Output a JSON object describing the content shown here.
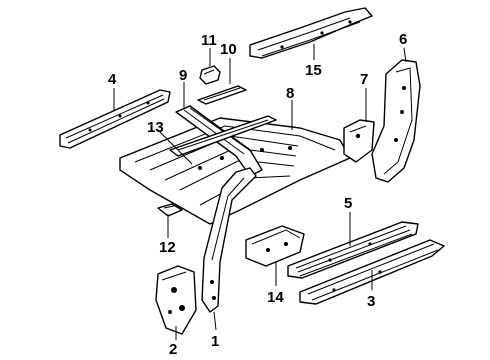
{
  "diagram": {
    "callouts": [
      {
        "id": "c1",
        "text": "1"
      },
      {
        "id": "c2",
        "text": "2"
      },
      {
        "id": "c3",
        "text": "3"
      },
      {
        "id": "c4",
        "text": "4"
      },
      {
        "id": "c5",
        "text": "5"
      },
      {
        "id": "c6",
        "text": "6"
      },
      {
        "id": "c7",
        "text": "7"
      },
      {
        "id": "c8",
        "text": "8"
      },
      {
        "id": "c9",
        "text": "9"
      },
      {
        "id": "c10",
        "text": "10"
      },
      {
        "id": "c11",
        "text": "11"
      },
      {
        "id": "c12",
        "text": "12"
      },
      {
        "id": "c13",
        "text": "13"
      },
      {
        "id": "c14",
        "text": "14"
      },
      {
        "id": "c15",
        "text": "15"
      }
    ]
  }
}
